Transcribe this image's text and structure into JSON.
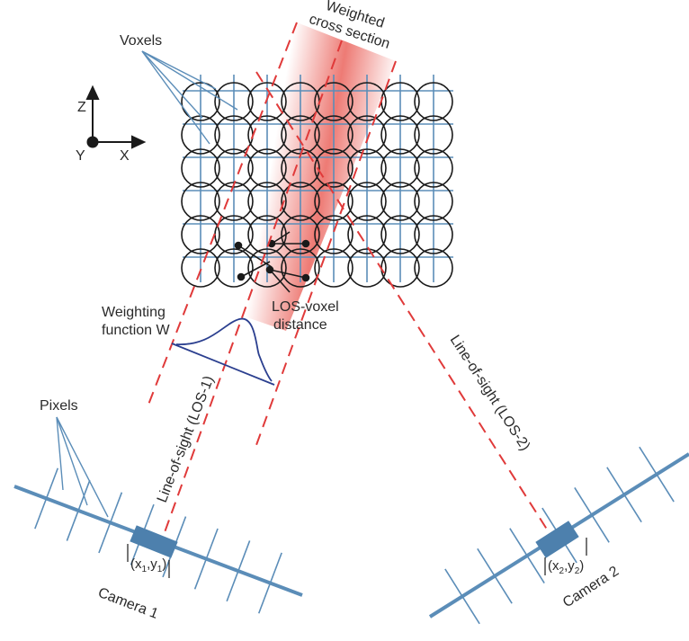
{
  "labels": {
    "voxels": "Voxels",
    "weighted_cross_section_line1": "Weighted",
    "weighted_cross_section_line2": "cross section",
    "weighting_function_line1": "Weighting",
    "weighting_function_line2": "function W",
    "los_voxel_line1": "LOS-voxel",
    "los_voxel_line2": "distance",
    "los1": "Line-of-sight (LOS-1)",
    "los2": "Line-of-sight (LOS-2)",
    "pixels": "Pixels",
    "camera1": "Camera 1",
    "camera2": "Camera 2",
    "pixel1_x": "x",
    "pixel1_xsub": "1",
    "pixel1_y": "y",
    "pixel1_ysub": "1",
    "pixel2_x": "x",
    "pixel2_xsub": "2",
    "pixel2_y": "y",
    "pixel2_ysub": "2"
  },
  "axes": {
    "z": "Z",
    "x": "X",
    "y": "Y"
  },
  "grid": {
    "rows": 6,
    "cols": 8
  },
  "colors": {
    "grid_line": "#5b8db8",
    "voxel_circle": "#1a1a1a",
    "los_line": "#e03a3a",
    "weighted_band": "#e8524a",
    "camera": "#5b8db8",
    "weighting_curve": "#2b3f8f"
  }
}
